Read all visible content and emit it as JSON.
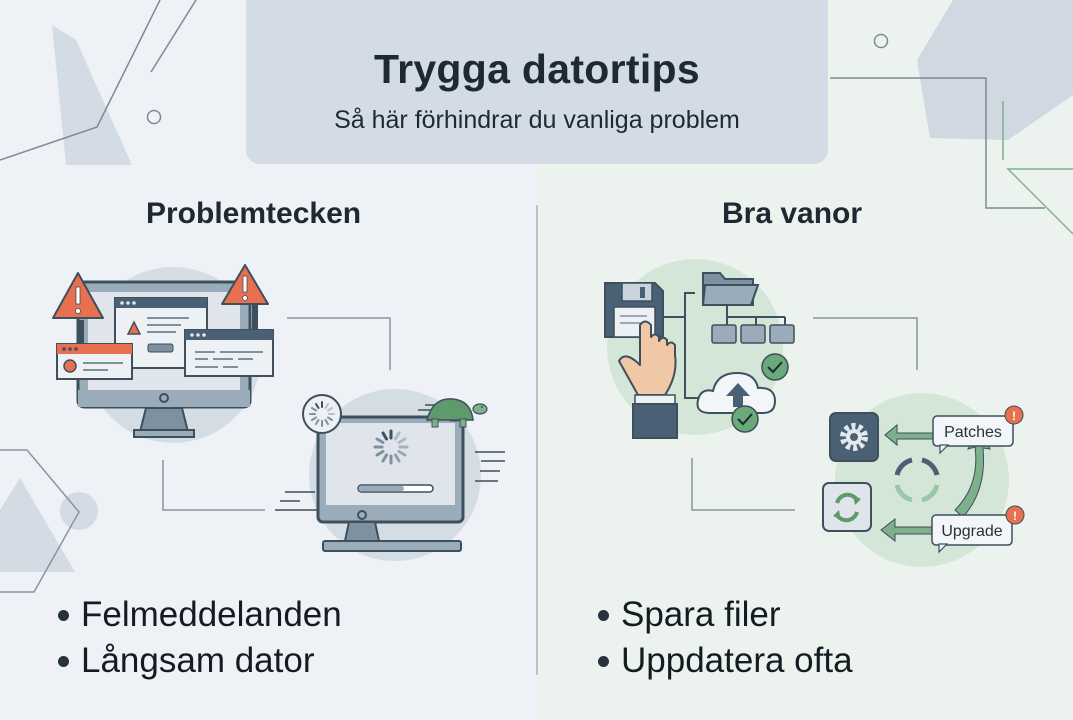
{
  "header": {
    "title": "Trygga datortips",
    "subtitle": "Så här förhindrar du vanliga problem"
  },
  "left_column": {
    "heading": "Problemtecken",
    "bullets": [
      "Felmeddelanden",
      "Långsam dator"
    ],
    "illustrations": [
      "monitor-error-popups",
      "slow-monitor-with-turtle"
    ]
  },
  "right_column": {
    "heading": "Bra vanor",
    "bullets": [
      "Spara filer",
      "Uppdatera ofta"
    ],
    "illustrations": [
      "save-files-backup",
      "update-cycle"
    ],
    "callouts": {
      "patches": "Patches",
      "upgrade": "Upgrade",
      "alert_mark": "!"
    }
  },
  "colors": {
    "accent_orange": "#e8704f",
    "accent_green": "#6aa97a",
    "slate": "#4a6074",
    "title_card": "#d3dce4"
  }
}
